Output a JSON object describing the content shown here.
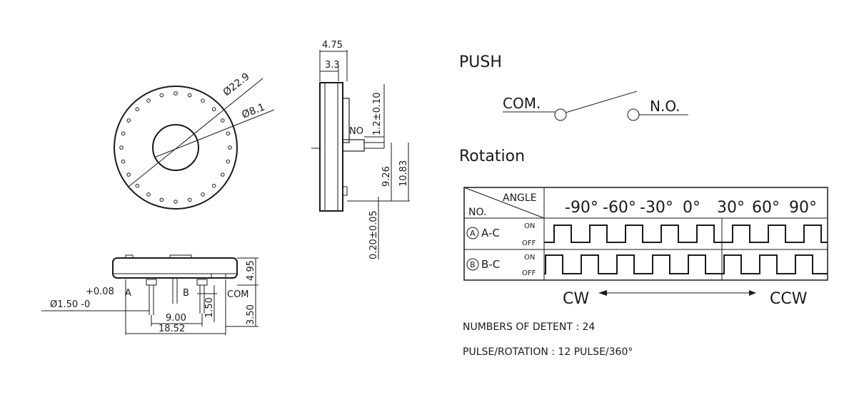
{
  "front_view": {
    "dia_outer": "Ø22.9",
    "dia_inner": "Ø8.1"
  },
  "side_view": {
    "dim_total_width": "4.75",
    "dim_body_width": "3.3",
    "label_no": "NO",
    "dim_push_travel": "1.2±0.10",
    "dim_9_26": "9.26",
    "dim_10_83": "10.83",
    "dim_0_20": "0.20±0.05"
  },
  "bottom_view": {
    "dim_height_top": "4.95",
    "dim_height_bottom": "3.50",
    "pin_a": "A",
    "pin_b": "B",
    "pin_com": "COM",
    "tol_plus": "+0.08",
    "pin_dia": "Ø1.50 -0",
    "dim_1_50": "1.50",
    "dim_9_00": "9.00",
    "dim_18_52": "18.52"
  },
  "push": {
    "title": "PUSH",
    "com": "COM.",
    "no": "N.O."
  },
  "rotation": {
    "title": "Rotation",
    "header_angle": "ANGLE",
    "header_no": "NO.",
    "angles": [
      "-90°",
      "-60°",
      "-30°",
      "0°",
      "30°",
      "60°",
      "90°"
    ],
    "rows": [
      {
        "symbol": "A",
        "label": "A-C",
        "on": "ON",
        "off": "OFF"
      },
      {
        "symbol": "B",
        "label": "B-C",
        "on": "ON",
        "off": "OFF"
      }
    ],
    "cw": "CW",
    "ccw": "CCW"
  },
  "notes": {
    "detents": "NUMBERS OF DETENT : 24",
    "pulse": "PULSE/ROTATION : 12 PULSE/360°"
  }
}
